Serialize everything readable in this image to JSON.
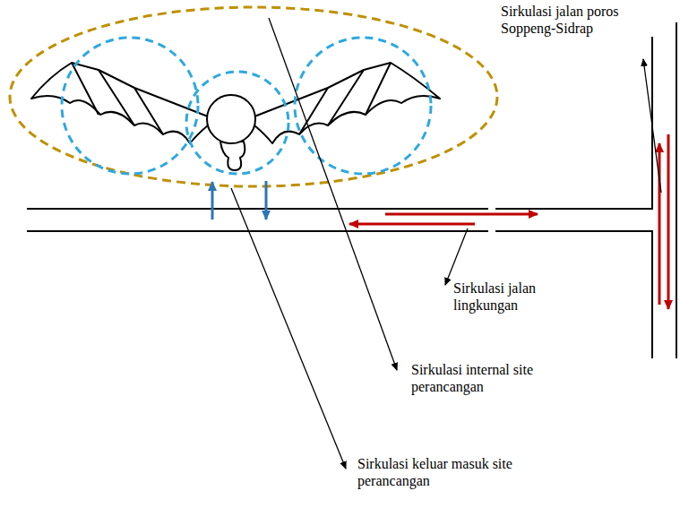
{
  "diagram": {
    "labels": [
      "Sirkulasi jalan poros Soppeng-Sidrap",
      "Sirkulasi jalan lingkungan",
      "Sirkulasi internal site perancangan",
      "Sirkulasi keluar masuk site perancangan"
    ]
  }
}
